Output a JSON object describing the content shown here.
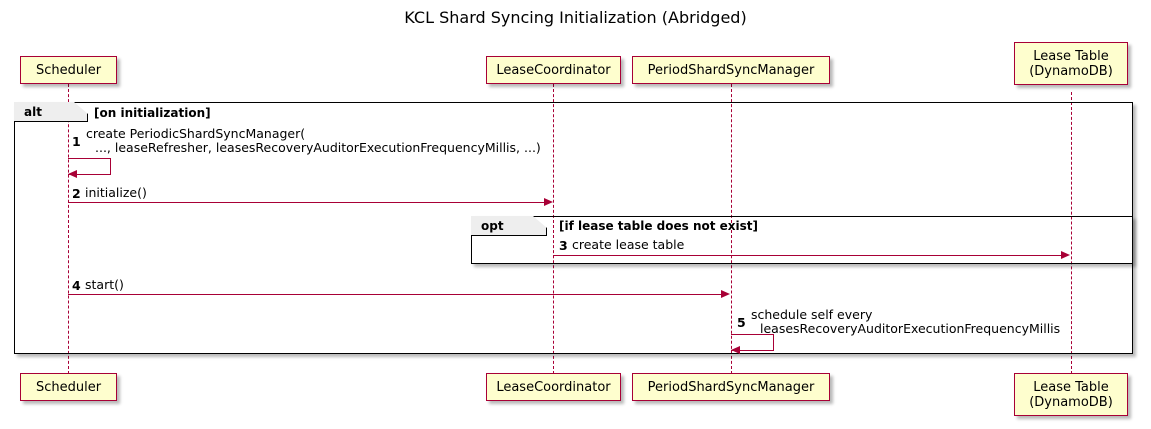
{
  "diagram": {
    "title": "KCL Shard Syncing Initialization (Abridged)",
    "type": "sequence-diagram"
  },
  "participants": [
    {
      "id": "scheduler",
      "label": "Scheduler"
    },
    {
      "id": "lease-coordinator",
      "label": "LeaseCoordinator"
    },
    {
      "id": "period-shard-sync-manager",
      "label": "PeriodShardSyncManager"
    },
    {
      "id": "lease-table",
      "label": "Lease Table\n(DynamoDB)",
      "line1": "Lease Table",
      "line2": "(DynamoDB)"
    }
  ],
  "frames": [
    {
      "id": "alt-frame",
      "kind": "alt",
      "condition": "[on initialization]"
    },
    {
      "id": "opt-frame",
      "kind": "opt",
      "condition": "[if lease table does not exist]"
    }
  ],
  "messages": [
    {
      "num": "1",
      "from": "scheduler",
      "to": "scheduler",
      "self": true,
      "line1": "create PeriodicShardSyncManager(",
      "line2": "..., leaseRefresher, leasesRecoveryAuditorExecutionFrequencyMillis, ...)"
    },
    {
      "num": "2",
      "from": "scheduler",
      "to": "lease-coordinator",
      "self": false,
      "line1": "initialize()",
      "line2": ""
    },
    {
      "num": "3",
      "from": "lease-coordinator",
      "to": "lease-table",
      "self": false,
      "line1": "create lease table",
      "line2": ""
    },
    {
      "num": "4",
      "from": "scheduler",
      "to": "period-shard-sync-manager",
      "self": false,
      "line1": "start()",
      "line2": ""
    },
    {
      "num": "5",
      "from": "period-shard-sync-manager",
      "to": "period-shard-sync-manager",
      "self": true,
      "line1": "schedule self every",
      "line2": "leasesRecoveryAuditorExecutionFrequencyMillis"
    }
  ],
  "colors": {
    "participant_fill": "#FEFECE",
    "participant_border": "#A80036",
    "arrow": "#A80036",
    "frame_border": "#000000",
    "frame_tab_fill": "#EEEEEE",
    "background": "#FFFFFF",
    "text": "#000000"
  }
}
